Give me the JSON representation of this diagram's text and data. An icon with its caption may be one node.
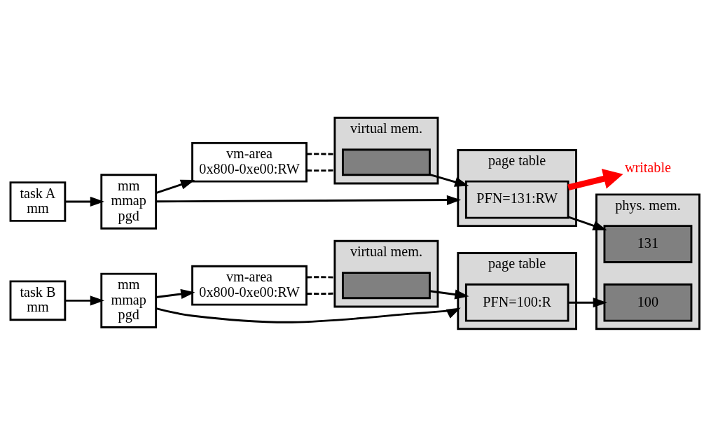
{
  "diagram": {
    "nodes": [
      {
        "text": [
          "task A",
          "mm"
        ]
      },
      {
        "text": [
          "mm",
          "mmap",
          "pgd"
        ]
      },
      {
        "text": [
          "vm-area",
          "0x800-0xe00:RW"
        ]
      },
      {
        "text": [
          "virtual mem."
        ]
      },
      {
        "text": [],
        "shape": "box",
        "in": 3
      },
      {
        "text": [
          "page table"
        ]
      },
      {
        "text": [
          "PFN=131:RW"
        ],
        "in": 5
      },
      {
        "text": [
          "writable"
        ]
      },
      {
        "text": [
          "phys. mem."
        ]
      },
      {
        "text": [
          "131"
        ],
        "in": 8
      },
      {
        "text": [
          "100"
        ],
        "in": 8
      },
      {
        "text": [
          "task B",
          "mm"
        ]
      },
      {
        "text": [
          "mm",
          "mmap",
          "pgd"
        ]
      },
      {
        "text": [
          "vm-area",
          "0x800-0xe00:RW"
        ]
      },
      {
        "text": [
          "virtual mem."
        ]
      },
      {
        "text": [],
        "shape": "box",
        "in": 14
      },
      {
        "text": [
          "page table"
        ]
      },
      {
        "text": [
          "PFN=100:R"
        ],
        "in": 16
      }
    ],
    "edges": [
      {
        "from": 0,
        "to": 1,
        "arrow": "to"
      },
      {
        "from": 1,
        "to": 2,
        "arrow": "to"
      },
      {
        "from": 2,
        "to": 3,
        "arrow": "none",
        "style": "dashed"
      },
      {
        "from": 2,
        "to": 3,
        "arrow": "none",
        "style": "dashed"
      },
      {
        "from": 4,
        "to": 6,
        "arrow": "to"
      },
      {
        "from": 1,
        "to": 5,
        "arrow": "to"
      },
      {
        "from": 6,
        "to": 7,
        "arrow": "to",
        "style": "thick",
        "color": "#ff0000"
      },
      {
        "from": 6,
        "to": 9,
        "arrow": "to"
      },
      {
        "from": 11,
        "to": 12,
        "arrow": "to"
      },
      {
        "from": 12,
        "to": 13,
        "arrow": "to"
      },
      {
        "from": 13,
        "to": 14,
        "arrow": "none",
        "style": "dashed"
      },
      {
        "from": 13,
        "to": 14,
        "arrow": "none",
        "style": "dashed"
      },
      {
        "from": 15,
        "to": 17,
        "arrow": "to"
      },
      {
        "from": 12,
        "to": 16,
        "arrow": "to"
      },
      {
        "from": 17,
        "to": 10,
        "arrow": "to"
      }
    ]
  }
}
